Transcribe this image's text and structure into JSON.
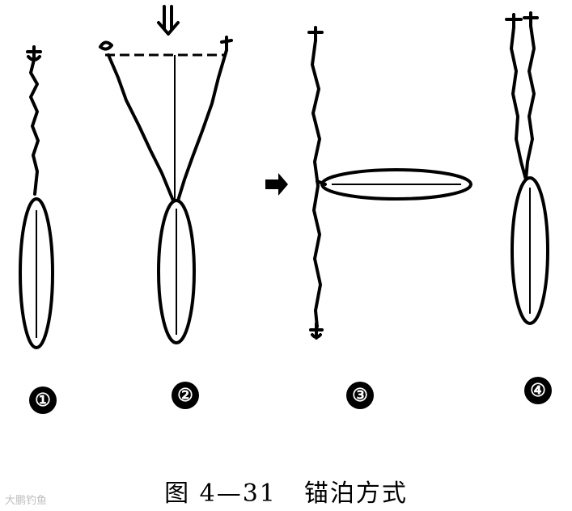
{
  "figure": {
    "labels": [
      "①",
      "②",
      "③",
      "④"
    ],
    "caption_number": "图 4—31",
    "caption_title": "锚泊方式"
  },
  "watermark": "大鹏钓鱼"
}
